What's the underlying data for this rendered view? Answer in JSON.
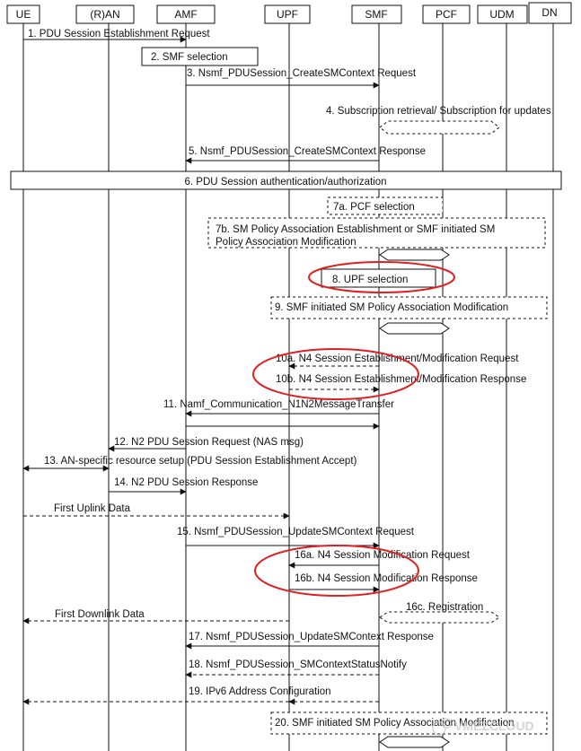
{
  "participants": [
    {
      "id": "ue",
      "label": "UE"
    },
    {
      "id": "ran",
      "label": "(R)AN"
    },
    {
      "id": "amf",
      "label": "AMF"
    },
    {
      "id": "upf",
      "label": "UPF"
    },
    {
      "id": "smf",
      "label": "SMF"
    },
    {
      "id": "pcf",
      "label": "PCF"
    },
    {
      "id": "udm",
      "label": "UDM"
    },
    {
      "id": "dn",
      "label": "DN"
    }
  ],
  "steps": {
    "s1": "1. PDU Session Establishment Request",
    "s2": "2. SMF selection",
    "s3": "3. Nsmf_PDUSession_CreateSMContext Request",
    "s4": "4. Subscription retrieval/ Subscription for updates",
    "s5": "5. Nsmf_PDUSession_CreateSMContext Response",
    "s6": "6. PDU Session authentication/authorization",
    "s7a": "7a. PCF selection",
    "s7b_line1": "7b. SM Policy Association Establishment or",
    "s7b_smf": "SMF",
    "s7b_line1_end": "initiated SM",
    "s7b_line2": "Policy Association Modification",
    "s8": "8. UPF selection",
    "s9": "9. SMF initiated SM Policy Association Modification",
    "s10a": "10a. N4 Session Establishment/Modification Request",
    "s10b": "10b. N4 Session Establishment/Modification Response",
    "s11": "11. Namf_Communication_N1N2MessageTransfer",
    "s12": "12. N2 PDU Session Request (NAS msg)",
    "s13": "13. AN-specific resource setup (PDU Session Establishment Accept)",
    "s14": "14. N2 PDU Session Response",
    "first_uplink": "First Uplink Data",
    "s15": "15. Nsmf_PDUSession_UpdateSMContext Request",
    "s16a": "16a. N4 Session Modification Request",
    "s16b": "16b. N4 Session Modification Response",
    "s16c": "16c. Registration",
    "first_downlink": "First Downlink Data",
    "s17": "17. Nsmf_PDUSession_UpdateSMContext Response",
    "s18": "18. Nsmf_PDUSession_SMContextStatusNotify",
    "s19": "19. IPv6 Address Configuration",
    "s20": "20. SMF initiated SM Policy Association Modification",
    "watermark": "VMEZCLOUD"
  },
  "colors": {
    "line": "#111111",
    "highlight": "#e02020",
    "watermark": "#c8c8c8"
  }
}
